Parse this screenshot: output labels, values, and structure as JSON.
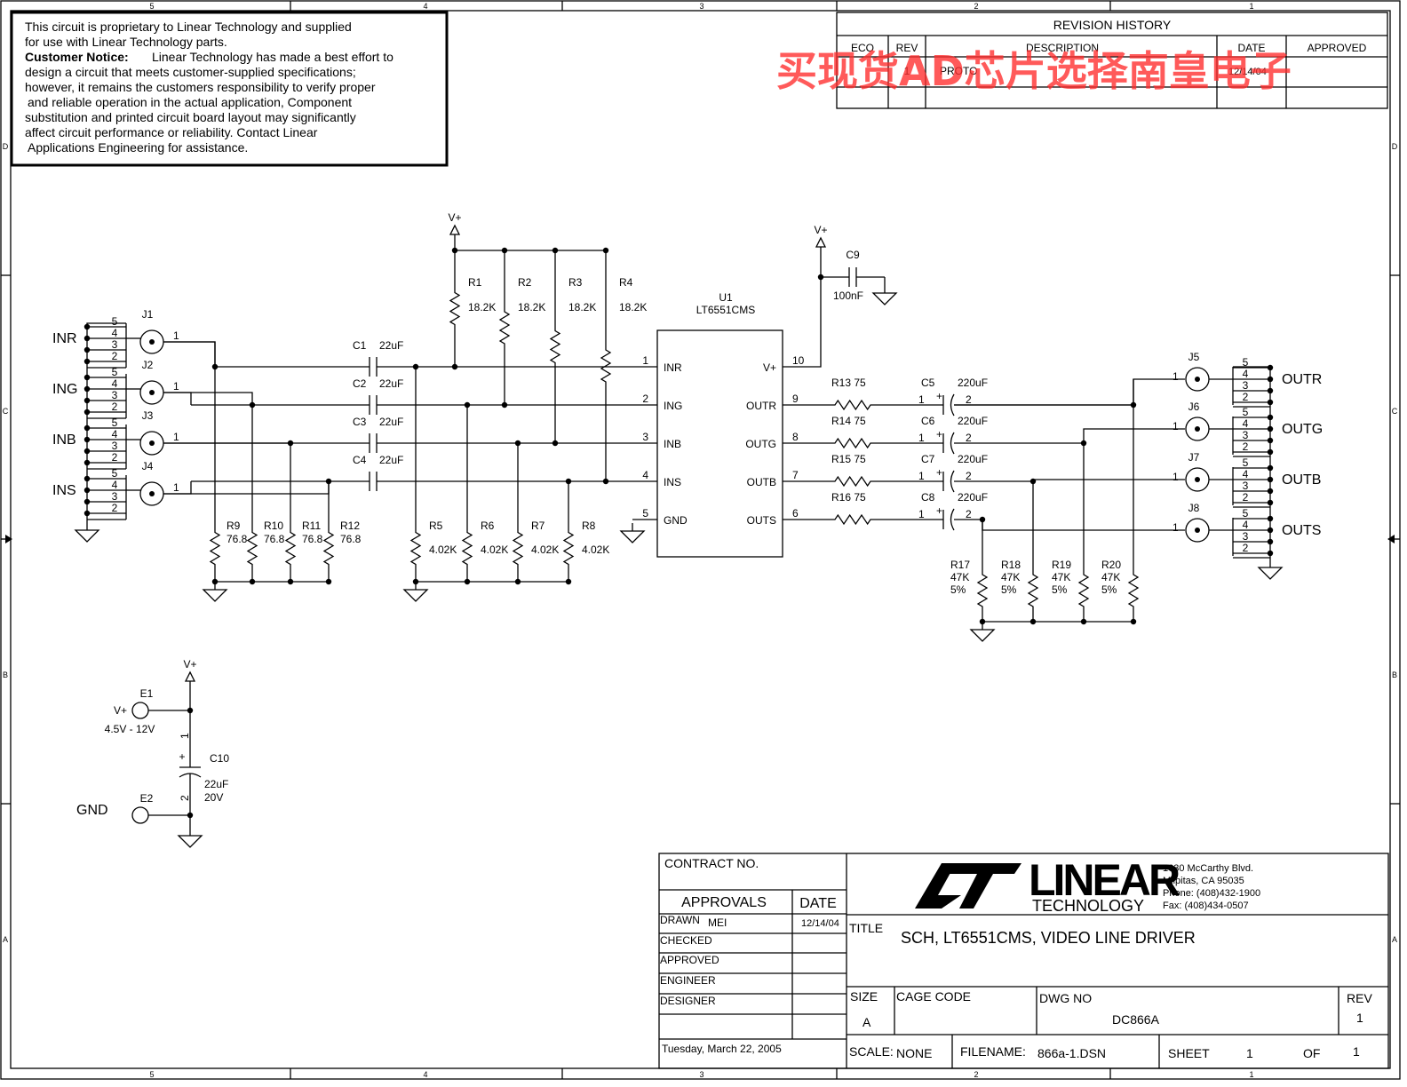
{
  "frame": {
    "zones_top": [
      "5",
      "4",
      "3",
      "2",
      "1"
    ],
    "zones_side": [
      "D",
      "C",
      "B",
      "A"
    ]
  },
  "notice": {
    "line1": "This circuit is proprietary to Linear Technology and supplied",
    "line2": "for use with Linear Technology parts.",
    "heading": "Customer Notice:",
    "line3": "Linear Technology has made a best effort to",
    "line4": "design a circuit that meets customer-supplied specifications;",
    "line5": "however, it remains the customers responsibility to verify proper",
    "line6": "and reliable operation in the actual application, Component",
    "line7": "substitution and printed circuit board layout may significantly",
    "line8": "affect circuit performance or reliability. Contact Linear",
    "line9": "Applications Engineering for assistance."
  },
  "revision": {
    "title": "REVISION HISTORY",
    "headers": [
      "ECO",
      "REV",
      "DESCRIPTION",
      "DATE",
      "APPROVED"
    ],
    "row": {
      "rev": "1",
      "description": "PROTO",
      "date": "12/14/04"
    }
  },
  "watermark": "买现货AD芯片选择南皇电子",
  "schematic": {
    "vplus": "V+",
    "u1": {
      "ref": "U1",
      "part": "LT6551CMS"
    },
    "u1_pins_left": [
      {
        "num": "1",
        "name": "INR"
      },
      {
        "num": "2",
        "name": "ING"
      },
      {
        "num": "3",
        "name": "INB"
      },
      {
        "num": "4",
        "name": "INS"
      },
      {
        "num": "5",
        "name": "GND"
      }
    ],
    "u1_pins_right": [
      {
        "num": "10",
        "name": "V+"
      },
      {
        "num": "9",
        "name": "OUTR"
      },
      {
        "num": "8",
        "name": "OUTG"
      },
      {
        "num": "7",
        "name": "OUTB"
      },
      {
        "num": "6",
        "name": "OUTS"
      }
    ],
    "inputs": [
      {
        "net": "INR",
        "jack": "J1",
        "pin": "1"
      },
      {
        "net": "ING",
        "jack": "J2",
        "pin": "1"
      },
      {
        "net": "INB",
        "jack": "J3",
        "pin": "1"
      },
      {
        "net": "INS",
        "jack": "J4",
        "pin": "1"
      }
    ],
    "outputs": [
      {
        "net": "OUTR",
        "jack": "J5",
        "pin": "1"
      },
      {
        "net": "OUTG",
        "jack": "J6",
        "pin": "1"
      },
      {
        "net": "OUTB",
        "jack": "J7",
        "pin": "1"
      },
      {
        "net": "OUTS",
        "jack": "J8",
        "pin": "1"
      }
    ],
    "jack_pins": [
      "5",
      "4",
      "3",
      "2"
    ],
    "coupling_caps": [
      {
        "ref": "C1",
        "value": "22uF"
      },
      {
        "ref": "C2",
        "value": "22uF"
      },
      {
        "ref": "C3",
        "value": "22uF"
      },
      {
        "ref": "C4",
        "value": "22uF"
      }
    ],
    "pullups": [
      {
        "ref": "R1",
        "value": "18.2K"
      },
      {
        "ref": "R2",
        "value": "18.2K"
      },
      {
        "ref": "R3",
        "value": "18.2K"
      },
      {
        "ref": "R4",
        "value": "18.2K"
      }
    ],
    "terminations": [
      {
        "ref": "R9",
        "value": "76.8"
      },
      {
        "ref": "R10",
        "value": "76.8"
      },
      {
        "ref": "R11",
        "value": "76.8"
      },
      {
        "ref": "R12",
        "value": "76.8"
      }
    ],
    "pulldowns": [
      {
        "ref": "R5",
        "value": "4.02K"
      },
      {
        "ref": "R6",
        "value": "4.02K"
      },
      {
        "ref": "R7",
        "value": "4.02K"
      },
      {
        "ref": "R8",
        "value": "4.02K"
      }
    ],
    "series_res": [
      {
        "ref": "R13",
        "value": "75"
      },
      {
        "ref": "R14",
        "value": "75"
      },
      {
        "ref": "R15",
        "value": "75"
      },
      {
        "ref": "R16",
        "value": "75"
      }
    ],
    "output_caps": [
      {
        "ref": "C5",
        "value": "220uF"
      },
      {
        "ref": "C6",
        "value": "220uF"
      },
      {
        "ref": "C7",
        "value": "220uF"
      },
      {
        "ref": "C8",
        "value": "220uF"
      }
    ],
    "cap_pins": {
      "p1": "1",
      "p2": "2",
      "plus": "+"
    },
    "loads": [
      {
        "ref": "R17",
        "value": "47K",
        "tol": "5%"
      },
      {
        "ref": "R18",
        "value": "47K",
        "tol": "5%"
      },
      {
        "ref": "R19",
        "value": "47K",
        "tol": "5%"
      },
      {
        "ref": "R20",
        "value": "47K",
        "tol": "5%"
      }
    ],
    "c9": {
      "ref": "C9",
      "value": "100nF"
    },
    "power": {
      "e1": "E1",
      "e1_net": "V+",
      "range": "4.5V - 12V",
      "e2": "E2",
      "e2_net": "GND",
      "c10": "C10",
      "c10_value": "22uF",
      "c10_voltage": "20V"
    }
  },
  "titleblock": {
    "contract": "CONTRACT NO.",
    "approvals": "APPROVALS",
    "date_hdr": "DATE",
    "drawn": "DRAWN",
    "drawn_by": "MEI",
    "drawn_date": "12/14/04",
    "checked": "CHECKED",
    "approved": "APPROVED",
    "engineer": "ENGINEER",
    "designer": "DESIGNER",
    "print_date": "Tuesday, March 22, 2005",
    "company": "TECHNOLOGY",
    "logo_text": "LINEAR",
    "addr1": "1630 McCarthy Blvd.",
    "addr2": "Milpitas, CA 95035",
    "phone": "Phone: (408)432-1900",
    "fax": "Fax: (408)434-0507",
    "title_lbl": "TITLE",
    "title": "SCH, LT6551CMS, VIDEO LINE DRIVER",
    "size_lbl": "SIZE",
    "size": "A",
    "cage_lbl": "CAGE CODE",
    "dwg_lbl": "DWG NO",
    "dwg": "DC866A",
    "rev_lbl": "REV",
    "rev": "1",
    "scale_lbl": "SCALE:",
    "scale": "NONE",
    "file_lbl": "FILENAME:",
    "file": "866a-1.DSN",
    "sheet_lbl": "SHEET",
    "sheet": "1",
    "of_lbl": "OF",
    "of": "1"
  }
}
